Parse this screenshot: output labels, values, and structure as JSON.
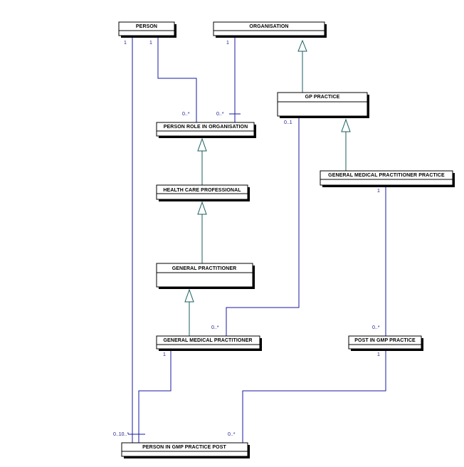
{
  "classes": {
    "person": "PERSON",
    "organisation": "ORGANISATION",
    "gp_practice": "GP PRACTICE",
    "person_role": "PERSON ROLE IN ORGANISATION",
    "gmp_practice": "GENERAL MEDICAL PRACTITIONER PRACTICE",
    "hcp": "HEALTH CARE PROFESSIONAL",
    "gp": "GENERAL PRACTITIONER",
    "gmp": "GENERAL MEDICAL PRACTITIONER",
    "post_gmp": "POST IN GMP PRACTICE",
    "person_post": "PERSON IN GMP PRACTICE POST"
  },
  "multiplicities": {
    "person_left": "1",
    "person_right": "1",
    "organisation_bottom": "1",
    "role_person": "0..*",
    "role_org": "0..*",
    "gp_practice_bottom": "0..1",
    "gmp_practice_bottom": "1",
    "gmp_practice_link": "0..*",
    "gmp_bottom": "1",
    "post_top": "0..*",
    "post_bottom": "1",
    "person_post_left": "0..10..*",
    "person_post_right": "0..*"
  }
}
